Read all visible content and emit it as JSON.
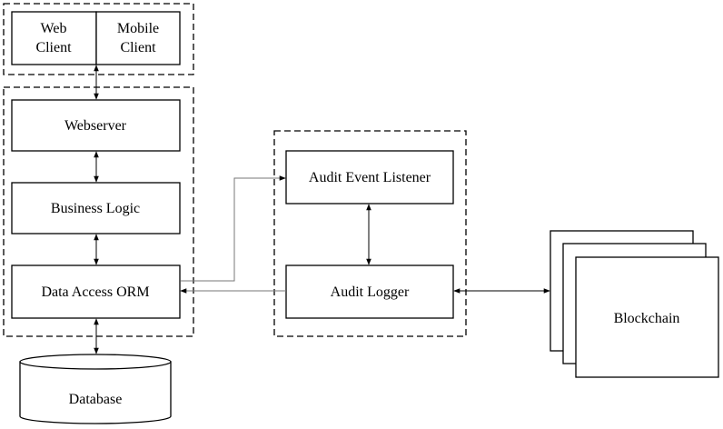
{
  "client": {
    "web_line1": "Web",
    "web_line2": "Client",
    "mobile_line1": "Mobile",
    "mobile_line2": "Client"
  },
  "server": {
    "webserver": "Webserver",
    "business_logic": "Business Logic",
    "data_access": "Data Access ORM"
  },
  "database": "Database",
  "audit": {
    "listener": "Audit Event Listener",
    "logger": "Audit Logger"
  },
  "blockchain": "Blockchain"
}
